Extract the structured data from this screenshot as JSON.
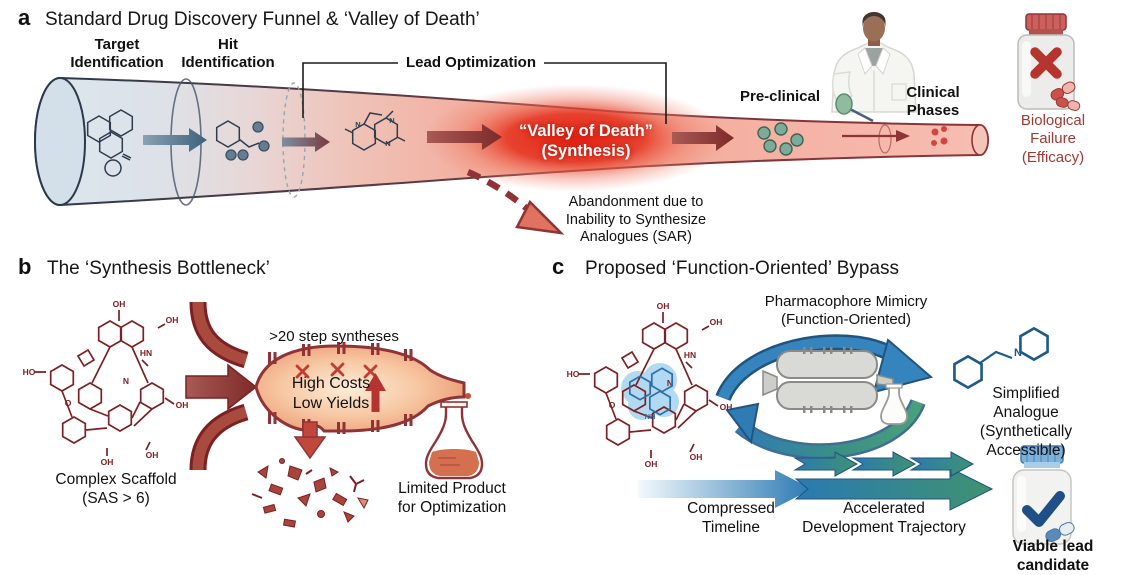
{
  "colors": {
    "valley_red": "#e0321f",
    "funnel_blue": "#dce6ee",
    "funnel_pink": "#f3b3a6",
    "dark_red_arrow": "#8f3336",
    "failure_text_red": "#9e3a34",
    "scaffold_red": "#7c2022",
    "bypass_blue": "#3584bd",
    "bypass_green": "#49a07b",
    "analogue_blue": "#1d5a8a"
  },
  "icons": {
    "scientist": "scientist-with-pipette",
    "failed_bottle": "pill-bottle-with-x-mark",
    "success_bottle": "pill-bottle-with-check-mark",
    "flask": "erlenmeyer-flask",
    "reactor": "flow-reactor",
    "fragments": "broken-molecule-fragments"
  },
  "panel_a": {
    "label": "a",
    "title": "Standard Drug Discovery Funnel & ‘Valley of Death’",
    "stage_target": "Target\nIdentification",
    "stage_hit": "Hit\nIdentification",
    "stage_lead": "Lead Optimization",
    "valley": "“Valley of Death”\n(Synthesis)",
    "abandonment": "Abandonment due to\nInability to Synthesize\nAnalogues (SAR)",
    "preclinical": "Pre-clinical",
    "clinical": "Clinical\nPhases",
    "failure": "Biological\nFailure\n(Efficacy)"
  },
  "panel_b": {
    "label": "b",
    "title": "The ‘Synthesis Bottleneck’",
    "scaffold": "Complex Scaffold\n(SAS > 6)",
    "steps": ">20 step syntheses",
    "costs": "High Costs\nLow Yields",
    "limited": "Limited Product\nfor Optimization"
  },
  "panel_c": {
    "label": "c",
    "title": "Proposed ‘Function-Oriented’ Bypass",
    "mimicry": "Pharmacophore Mimicry\n(Function-Oriented)",
    "analogue": "Simplified Analogue\n(Synthetically Accessible)",
    "compressed": "Compressed\nTimeline",
    "accelerated": "Accelerated\nDevelopment Trajectory",
    "viable": "Viable lead\ncandidate"
  }
}
